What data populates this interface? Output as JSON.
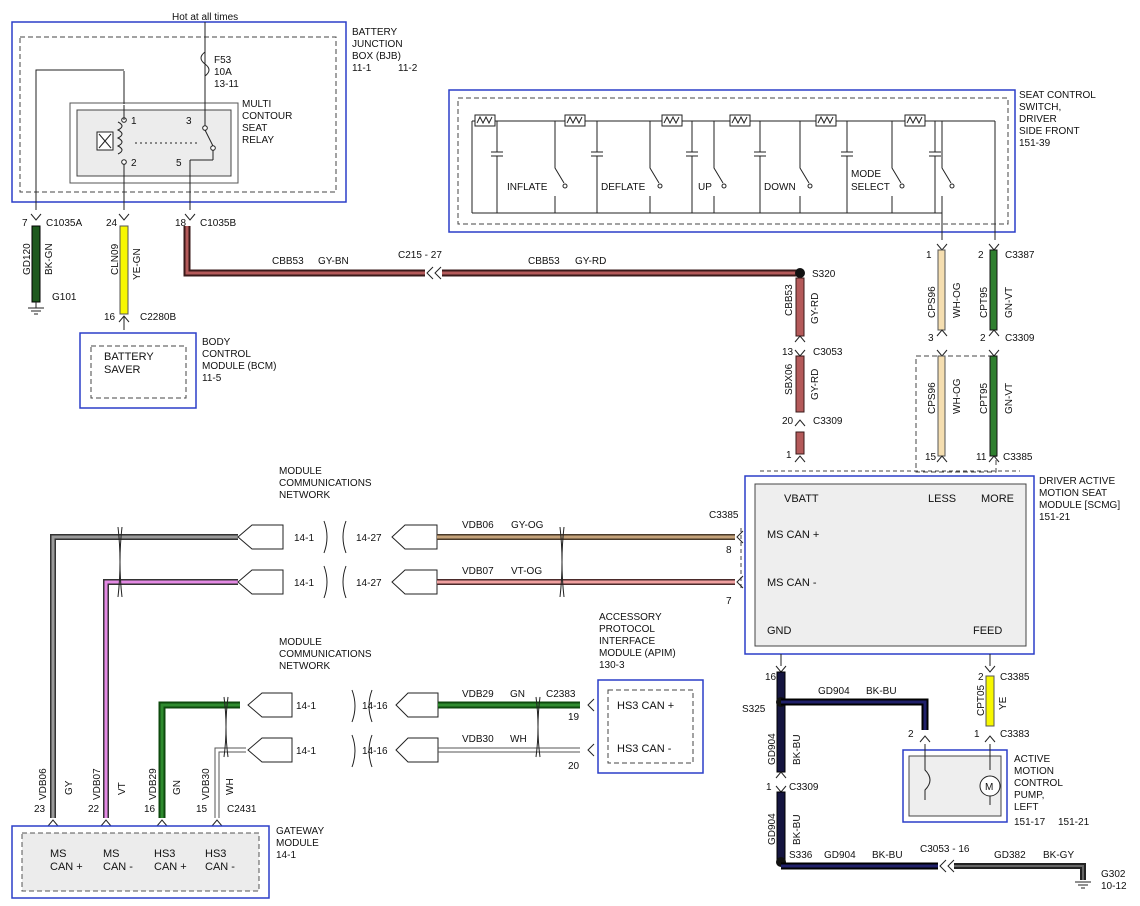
{
  "hot_at_all_times": "Hot at all times",
  "bjb": {
    "l1": "BATTERY",
    "l2": "JUNCTION",
    "l3": "BOX (BJB)",
    "p1": "11-1",
    "p2": "11-2",
    "fuse_id": "F53",
    "fuse_amp": "10A",
    "fuse_ref": "13-11",
    "relay_l1": "MULTI",
    "relay_l2": "CONTOUR",
    "relay_l3": "SEAT",
    "relay_l4": "RELAY",
    "pin1": "1",
    "pin2": "2",
    "pin3": "3",
    "pin5": "5"
  },
  "seat_switch": {
    "l1": "SEAT CONTROL",
    "l2": "SWITCH,",
    "l3": "DRIVER",
    "l4": "SIDE FRONT",
    "ref": "151-39",
    "sw_inflate": "INFLATE",
    "sw_deflate": "DEFLATE",
    "sw_up": "UP",
    "sw_down": "DOWN",
    "sw_mode1": "MODE",
    "sw_mode2": "SELECT"
  },
  "bcm": {
    "inner1": "BATTERY",
    "inner2": "SAVER",
    "l1": "BODY",
    "l2": "CONTROL",
    "l3": "MODULE (BCM)",
    "ref": "11-5",
    "pin": "16",
    "connector": "C2280B"
  },
  "left_wires": {
    "pin7": "7",
    "c1035a": "C1035A",
    "gd120": "GD120",
    "bkgn": "BK-GN",
    "g101": "G101",
    "pin24": "24",
    "cln09": "CLN09",
    "yegn": "YE-GN",
    "pin18": "18",
    "c1035b": "C1035B"
  },
  "cbb53": {
    "left_code": "CBB53",
    "left_color": "GY-BN",
    "c215": "C215 - 27",
    "right_code": "CBB53",
    "right_color": "GY-RD",
    "s320": "S320",
    "v_code": "CBB53",
    "v_color": "GY-RD",
    "pin13": "13",
    "c3053": "C3053",
    "sbx06": "SBX06",
    "sbx_color": "GY-RD",
    "pin20": "20",
    "c3309": "C3309",
    "pin1": "1"
  },
  "cps_cpt": {
    "pin1": "1",
    "cps96": "CPS96",
    "wh_og": "WH-OG",
    "pin3": "3",
    "pin2a": "2",
    "c3387": "C3387",
    "cpt95": "CPT95",
    "gn_vt": "GN-VT",
    "pin2b": "2",
    "c3309": "C3309",
    "cps96b": "CPS96",
    "wh_og_b": "WH-OG",
    "cpt95b": "CPT95",
    "gn_vt_b": "GN-VT",
    "pin15": "15",
    "pin11": "11",
    "c3385": "C3385"
  },
  "scmg": {
    "l1": "DRIVER ACTIVE",
    "l2": "MOTION SEAT",
    "l3": "MODULE [SCMG]",
    "ref": "151-21",
    "vbatt": "VBATT",
    "less": "LESS",
    "more": "MORE",
    "mscan_plus": "MS CAN +",
    "mscan_minus": "MS CAN -",
    "gnd": "GND",
    "feed": "FEED",
    "c3385": "C3385",
    "pin8": "8",
    "pin7": "7"
  },
  "mcn": {
    "t1": "MODULE",
    "t2": "COMMUNICATIONS",
    "t3": "NETWORK"
  },
  "can_bus": {
    "a_left": "14-1",
    "a_right": "14-27",
    "a_code": "VDB06",
    "a_color": "GY-OG",
    "b_left": "14-1",
    "b_right": "14-27",
    "b_code": "VDB07",
    "b_color": "VT-OG",
    "c_left": "14-1",
    "c_right": "14-16",
    "c_code": "VDB29",
    "c_color": "GN",
    "c2383": "C2383",
    "pin19": "19",
    "d_left": "14-1",
    "d_right": "14-16",
    "d_code": "VDB30",
    "d_color": "WH",
    "pin20": "20"
  },
  "apim": {
    "l1": "ACCESSORY",
    "l2": "PROTOCOL",
    "l3": "INTERFACE",
    "l4": "MODULE (APIM)",
    "ref": "130-3",
    "hs3_plus": "HS3 CAN +",
    "hs3_minus": "HS3 CAN -"
  },
  "gateway": {
    "l1": "GATEWAY",
    "l2": "MODULE",
    "ref": "14-1",
    "c2431": "C2431",
    "vdb06": "VDB06",
    "gy": "GY",
    "vdb07": "VDB07",
    "vt": "VT",
    "vdb29": "VDB29",
    "gn": "GN",
    "vdb30": "VDB30",
    "wh": "WH",
    "p23": "23",
    "p22": "22",
    "p16": "16",
    "p15": "15",
    "ms1a": "MS",
    "ms1b": "CAN +",
    "ms2a": "MS",
    "ms2b": "CAN -",
    "hs1a": "HS3",
    "hs1b": "CAN +",
    "hs2a": "HS3",
    "hs2b": "CAN -"
  },
  "ground_circuit": {
    "pin16": "16",
    "s325": "S325",
    "gd904_h": "GD904",
    "bkbu_h": "BK-BU",
    "gd904_v": "GD904",
    "bkbu_v": "BK-BU",
    "pin1": "1",
    "c3309": "C3309",
    "gd904_v2": "GD904",
    "bkbu_v2": "BK-BU",
    "s336": "S336",
    "gd904_b": "GD904",
    "bkbu_b": "BK-BU",
    "c3053": "C3053 - 16",
    "gd382": "GD382",
    "bkgy": "BK-GY",
    "g302": "G302",
    "g302_ref": "10-12"
  },
  "pump": {
    "pin2": "2",
    "pin1": "1",
    "c3385": "C3385",
    "c3383": "C3383",
    "cpt05": "CPT05",
    "ye": "YE",
    "l1": "ACTIVE",
    "l2": "MOTION",
    "l3": "CONTROL",
    "l4": "PUMP,",
    "l5": "LEFT",
    "ref1": "151-17",
    "ref2": "151-21",
    "motor": "M"
  }
}
